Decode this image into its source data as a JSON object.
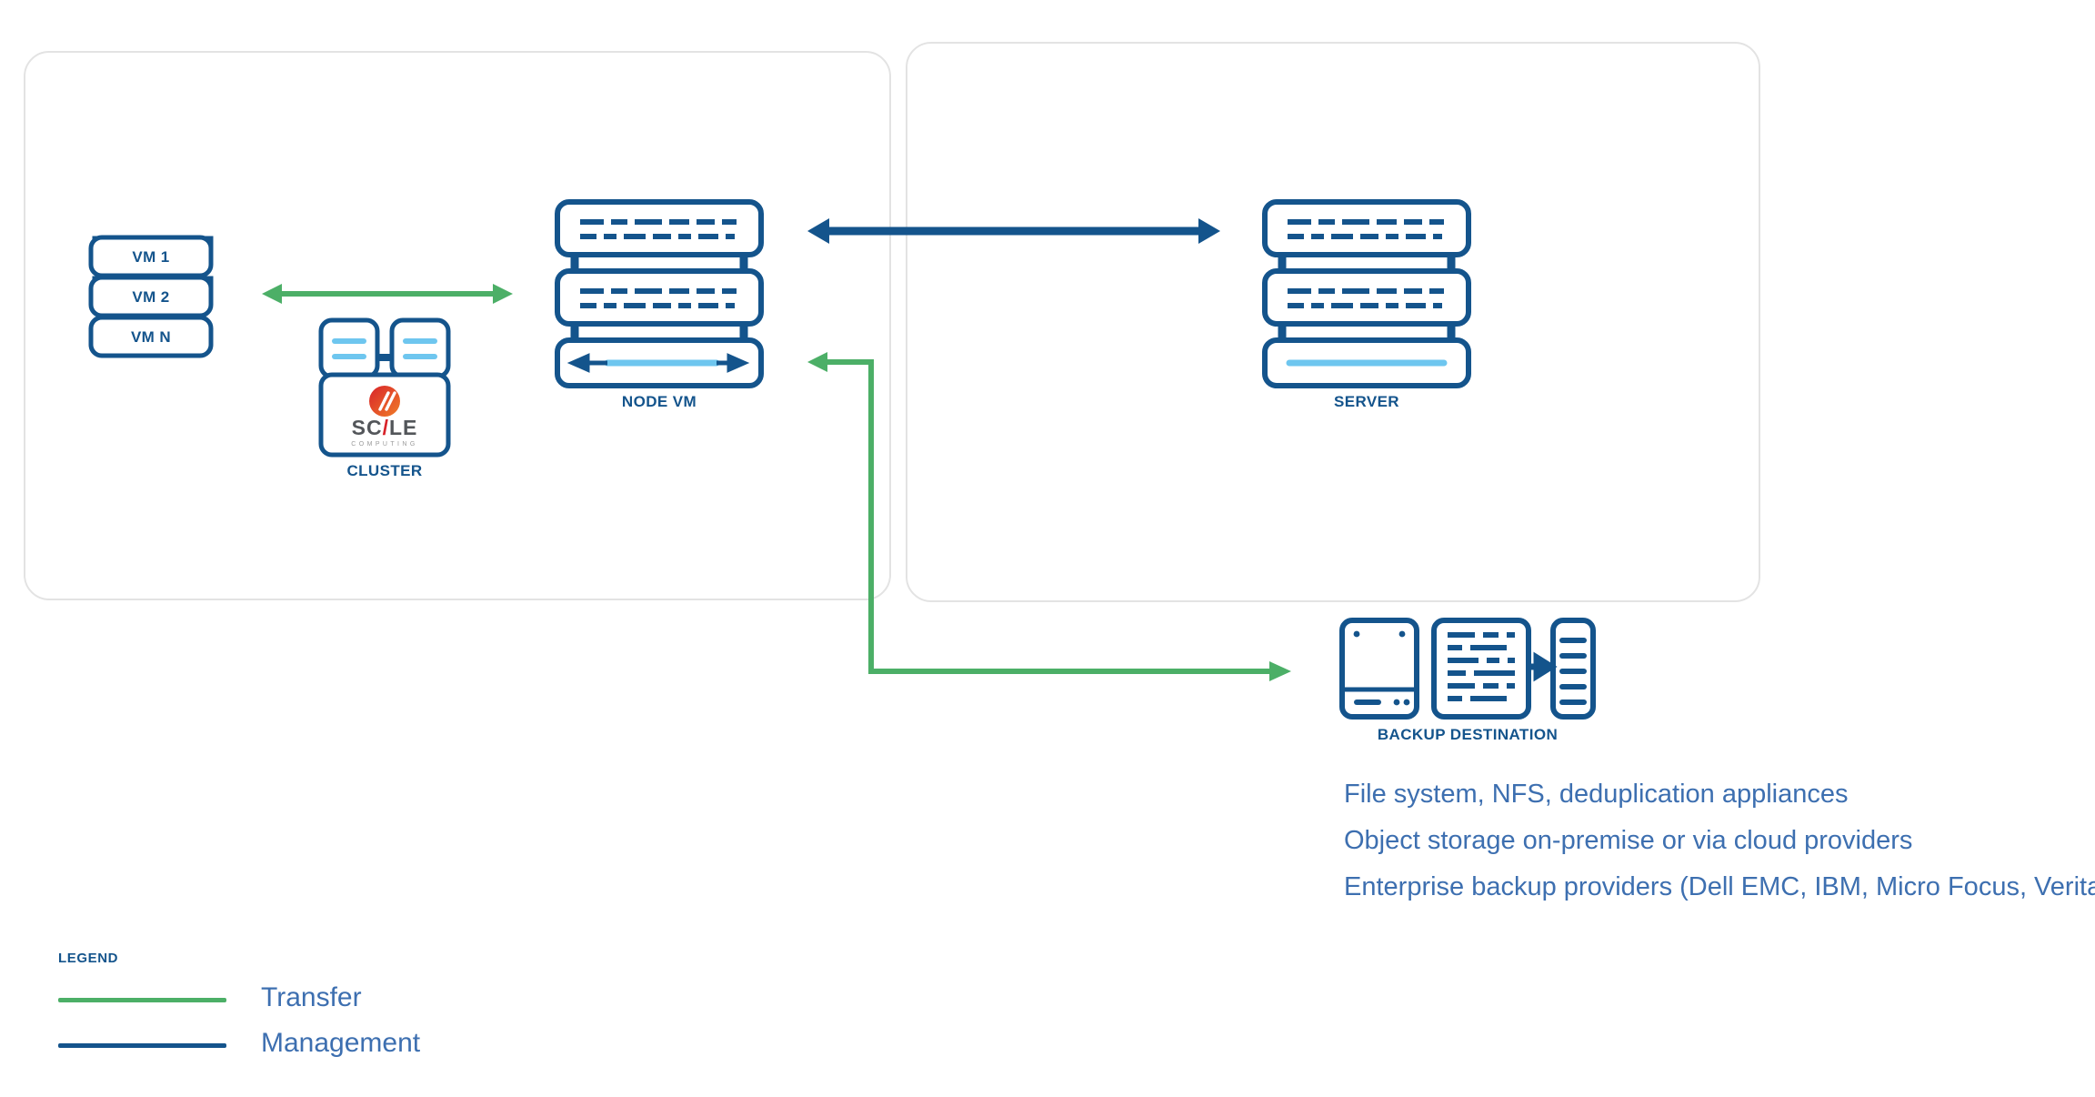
{
  "colors": {
    "dark_blue": "#14548c",
    "light_blue": "#6ec6ef",
    "green": "#4caf67",
    "panel_border": "#e3e3e3",
    "text_blue": "#3d6fb0",
    "logo_red": "#d8232a",
    "logo_orange": "#f07d28",
    "logo_gray": "#53565a"
  },
  "nodes": {
    "vm_stack": {
      "items": [
        "VM 1",
        "VM 2",
        "VM N"
      ]
    },
    "cluster": {
      "label": "CLUSTER",
      "logo": {
        "brand": "SCALE",
        "tagline": "COMPUTING",
        "mark": "double-slash"
      }
    },
    "node_vm": {
      "label": "NODE VM"
    },
    "server": {
      "label": "SERVER"
    },
    "backup": {
      "label": "BACKUP DESTINATION"
    }
  },
  "connections": [
    {
      "name": "vm-to-cluster",
      "type": "transfer",
      "style": "bidirectional"
    },
    {
      "name": "nodevm-to-server",
      "type": "management",
      "style": "bidirectional"
    },
    {
      "name": "backup-to-nodevm",
      "type": "transfer",
      "style": "directional"
    },
    {
      "name": "nodevm-to-backup",
      "type": "transfer",
      "style": "directional"
    }
  ],
  "descriptions": [
    "File system, NFS, deduplication appliances",
    "Object storage on-premise or via cloud providers",
    "Enterprise backup providers (Dell EMC, IBM, Micro Focus, Veritas)"
  ],
  "legend": {
    "title": "LEGEND",
    "items": [
      {
        "label": "Transfer",
        "color": "#4caf67"
      },
      {
        "label": "Management",
        "color": "#14548c"
      }
    ]
  }
}
